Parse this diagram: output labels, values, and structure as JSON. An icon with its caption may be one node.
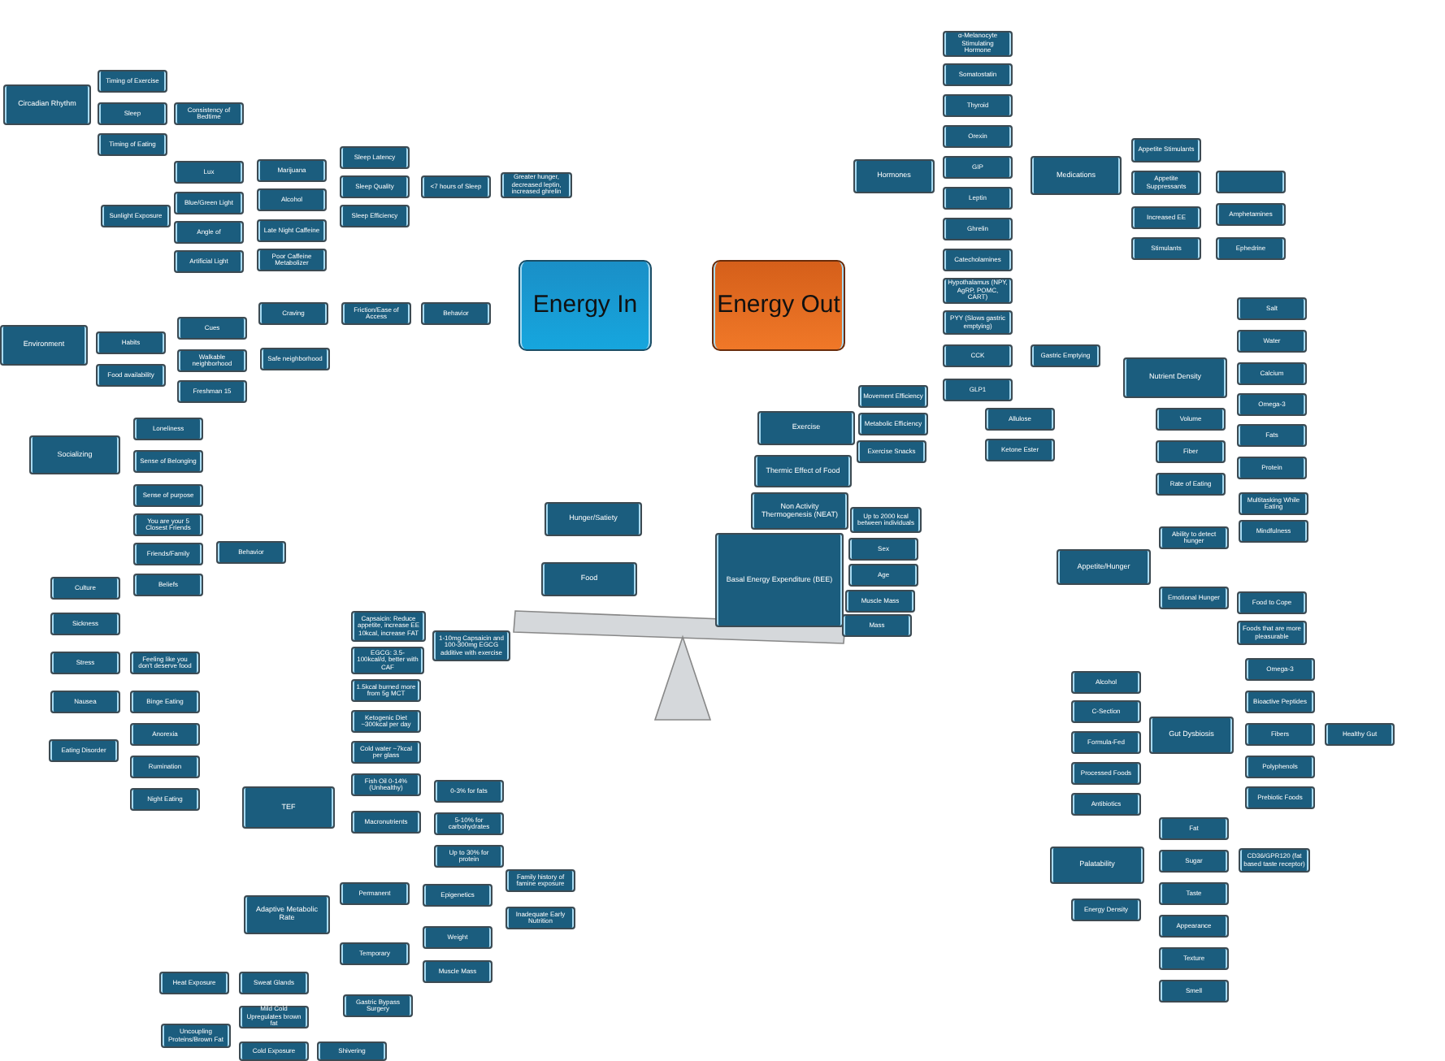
{
  "diagram": {
    "nodes": [
      {
        "text": [
          "Circadian Rhythm"
        ]
      },
      {
        "text": [
          "Timing of Exercise"
        ]
      },
      {
        "text": [
          "Sleep"
        ]
      },
      {
        "text": [
          "Consistency of Bedtime"
        ]
      },
      {
        "text": [
          "Timing of Eating"
        ]
      },
      {
        "text": [
          "Sunlight Exposure"
        ]
      },
      {
        "text": [
          "Lux"
        ]
      },
      {
        "text": [
          "Blue/Green Light"
        ]
      },
      {
        "text": [
          "Angle of"
        ]
      },
      {
        "text": [
          "Artificial Light"
        ]
      },
      {
        "text": [
          "Marijuana"
        ]
      },
      {
        "text": [
          "Alcohol"
        ]
      },
      {
        "text": [
          "Late Night Caffeine"
        ]
      },
      {
        "text": [
          "Poor Caffeine Metabolizer"
        ]
      },
      {
        "text": [
          "Sleep Latency"
        ]
      },
      {
        "text": [
          "Sleep Quality"
        ]
      },
      {
        "text": [
          "Sleep Efficiency"
        ]
      },
      {
        "text": [
          "<7 hours of Sleep"
        ]
      },
      {
        "text": [
          "Greater hunger, decreased leptin, increased ghrelin"
        ]
      },
      {
        "text": [
          "Energy In"
        ]
      },
      {
        "text": [
          "Energy Out"
        ]
      },
      {
        "text": [
          "Environment"
        ]
      },
      {
        "text": [
          "Habits"
        ]
      },
      {
        "text": [
          "Food availability"
        ]
      },
      {
        "text": [
          "Cues"
        ]
      },
      {
        "text": [
          "Walkable neighborhood"
        ]
      },
      {
        "text": [
          "Freshman 15"
        ]
      },
      {
        "text": [
          "Craving"
        ]
      },
      {
        "text": [
          "Safe neighborhood"
        ]
      },
      {
        "text": [
          "Friction/Ease of Access"
        ]
      },
      {
        "text": [
          "Behavior"
        ]
      },
      {
        "text": [
          "Socializing"
        ]
      },
      {
        "text": [
          "Loneliness"
        ]
      },
      {
        "text": [
          "Sense of Belonging"
        ]
      },
      {
        "text": [
          "Sense of purpose"
        ]
      },
      {
        "text": [
          "You are your 5 Closest Friends"
        ]
      },
      {
        "text": [
          "Friends/Family"
        ]
      },
      {
        "text": [
          "Behavior"
        ]
      },
      {
        "text": [
          "Beliefs"
        ]
      },
      {
        "text": [
          "Culture"
        ]
      },
      {
        "text": [
          "Sickness"
        ]
      },
      {
        "text": [
          "Stress"
        ]
      },
      {
        "text": [
          "Feeling like you don't deserve food"
        ]
      },
      {
        "text": [
          "Nausea"
        ]
      },
      {
        "text": [
          "Binge Eating"
        ]
      },
      {
        "text": [
          "Eating Disorder"
        ]
      },
      {
        "text": [
          "Anorexia"
        ]
      },
      {
        "text": [
          "Rumination"
        ]
      },
      {
        "text": [
          "Night Eating"
        ]
      },
      {
        "text": [
          "TEF"
        ]
      },
      {
        "text": [
          "Capsaicin: Reduce appetite, increase EE 10kcal, increase FAT"
        ]
      },
      {
        "text": [
          "EGCG: 3.5-100kcal/d, better with CAF"
        ]
      },
      {
        "text": [
          "1.5kcal burned more from 5g MCT"
        ]
      },
      {
        "text": [
          "Ketogenic Diet ~300kcal per day"
        ]
      },
      {
        "text": [
          "Cold water ~7kcal per glass"
        ]
      },
      {
        "text": [
          "Fish Oil 0-14% (Unhealthy)"
        ]
      },
      {
        "text": [
          "Macronutrients"
        ]
      },
      {
        "text": [
          "1-10mg Capsaicin and 100-300mg EGCG additive with exercise"
        ]
      },
      {
        "text": [
          "0-3% for fats"
        ]
      },
      {
        "text": [
          "5-10% for carbohydrates"
        ]
      },
      {
        "text": [
          "Up to 30% for protein"
        ]
      },
      {
        "text": [
          "Adaptive Metabolic Rate"
        ]
      },
      {
        "text": [
          "Permanent"
        ]
      },
      {
        "text": [
          "Temporary"
        ]
      },
      {
        "text": [
          "Epigenetics"
        ]
      },
      {
        "text": [
          "Weight"
        ]
      },
      {
        "text": [
          "Muscle Mass"
        ]
      },
      {
        "text": [
          "Family history of famine exposure"
        ]
      },
      {
        "text": [
          "Inadequate Early Nutrition"
        ]
      },
      {
        "text": [
          "Heat Exposure"
        ]
      },
      {
        "text": [
          "Sweat Glands"
        ]
      },
      {
        "text": [
          "Mild Cold Upregulates brown fat"
        ]
      },
      {
        "text": [
          "Uncoupling Proteins/Brown Fat"
        ]
      },
      {
        "text": [
          "Cold Exposure"
        ]
      },
      {
        "text": [
          "Shivering"
        ]
      },
      {
        "text": [
          "Gastric Bypass Surgery"
        ]
      },
      {
        "text": [
          "Hunger/Satiety"
        ]
      },
      {
        "text": [
          "Food"
        ]
      },
      {
        "text": [
          "Exercise"
        ]
      },
      {
        "text": [
          "Thermic Effect of Food"
        ]
      },
      {
        "text": [
          "Non Activity Thermogenesis (NEAT)"
        ]
      },
      {
        "text": [
          "Basal Energy Expenditure (BEE)"
        ]
      },
      {
        "text": [
          "Movement Efficiency"
        ]
      },
      {
        "text": [
          "Metabolic Efficiency"
        ]
      },
      {
        "text": [
          "Exercise Snacks"
        ]
      },
      {
        "text": [
          "Up to 2000 kcal between individuals"
        ]
      },
      {
        "text": [
          "Sex"
        ]
      },
      {
        "text": [
          "Age"
        ]
      },
      {
        "text": [
          "Muscle Mass"
        ]
      },
      {
        "text": [
          "Mass"
        ]
      },
      {
        "text": [
          "Hormones"
        ]
      },
      {
        "text": [
          "α-Melanocyte Stimulating Hormone"
        ]
      },
      {
        "text": [
          "Somatostatin"
        ]
      },
      {
        "text": [
          "Thyroid"
        ]
      },
      {
        "text": [
          "Orexin"
        ]
      },
      {
        "text": [
          "GIP"
        ]
      },
      {
        "text": [
          "Leptin"
        ]
      },
      {
        "text": [
          "Ghrelin"
        ]
      },
      {
        "text": [
          "Catecholamines"
        ]
      },
      {
        "text": [
          "Hypothalamus (NPY, AgRP, POMC, CART)"
        ]
      },
      {
        "text": [
          "PYY (Slows gastric emptying)"
        ]
      },
      {
        "text": [
          "CCK"
        ]
      },
      {
        "text": [
          "GLP1"
        ]
      },
      {
        "text": [
          "Gastric Emptying"
        ]
      },
      {
        "text": [
          "Allulose"
        ]
      },
      {
        "text": [
          "Ketone Ester"
        ]
      },
      {
        "text": [
          "Medications"
        ]
      },
      {
        "text": [
          "Appetite Stimulants"
        ]
      },
      {
        "text": [
          "Appetite Suppressants"
        ]
      },
      {
        "text": [
          "Increased EE"
        ]
      },
      {
        "text": [
          "Stimulants"
        ]
      },
      {
        "text": [],
        "shape": "box"
      },
      {
        "text": [
          "Amphetamines"
        ]
      },
      {
        "text": [
          "Ephedrine"
        ]
      },
      {
        "text": [
          "Nutrient Density"
        ]
      },
      {
        "text": [
          "Salt"
        ]
      },
      {
        "text": [
          "Water"
        ]
      },
      {
        "text": [
          "Calcium"
        ]
      },
      {
        "text": [
          "Omega-3"
        ]
      },
      {
        "text": [
          "Fats"
        ]
      },
      {
        "text": [
          "Protein"
        ]
      },
      {
        "text": [
          "Multitasking While Eating"
        ]
      },
      {
        "text": [
          "Mindfulness"
        ]
      },
      {
        "text": [
          "Volume"
        ]
      },
      {
        "text": [
          "Fiber"
        ]
      },
      {
        "text": [
          "Rate of Eating"
        ]
      },
      {
        "text": [
          "Ability to detect hunger"
        ]
      },
      {
        "text": [
          "Appetite/Hunger"
        ]
      },
      {
        "text": [
          "Emotional Hunger"
        ]
      },
      {
        "text": [
          "Food to Cope"
        ]
      },
      {
        "text": [
          "Foods that are more pleasurable"
        ]
      },
      {
        "text": [
          "Alcohol"
        ]
      },
      {
        "text": [
          "C-Section"
        ]
      },
      {
        "text": [
          "Formula-Fed"
        ]
      },
      {
        "text": [
          "Processed Foods"
        ]
      },
      {
        "text": [
          "Antibiotics"
        ]
      },
      {
        "text": [
          "Gut Dysbiosis"
        ]
      },
      {
        "text": [
          "Omega-3"
        ]
      },
      {
        "text": [
          "Bioactive Peptides"
        ]
      },
      {
        "text": [
          "Fibers"
        ]
      },
      {
        "text": [
          "Polyphenols"
        ]
      },
      {
        "text": [
          "Prebiotic Foods"
        ]
      },
      {
        "text": [
          "Healthy Gut"
        ]
      },
      {
        "text": [
          "Fat"
        ]
      },
      {
        "text": [
          "Palatability"
        ]
      },
      {
        "text": [
          "Energy Density"
        ]
      },
      {
        "text": [
          "Sugar"
        ]
      },
      {
        "text": [
          "Taste"
        ]
      },
      {
        "text": [
          "Appearance"
        ]
      },
      {
        "text": [
          "Texture"
        ]
      },
      {
        "text": [
          "Smell"
        ]
      },
      {
        "text": [
          "CD36/GPR120 (fat based taste receptor)"
        ]
      }
    ],
    "edges": []
  }
}
